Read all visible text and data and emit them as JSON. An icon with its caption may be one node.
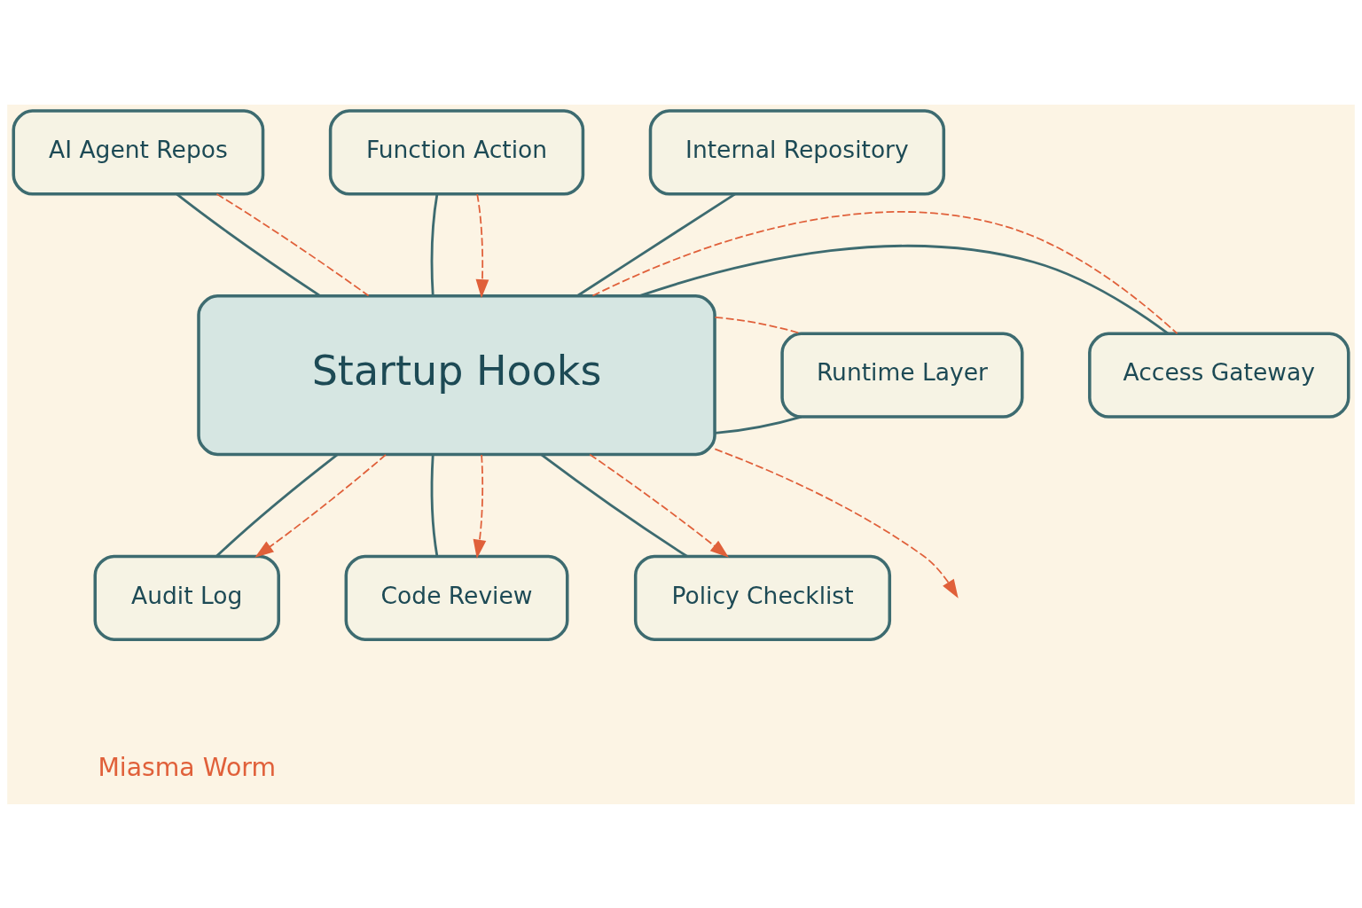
{
  "diagram": {
    "nodes": [
      {
        "text": [
          "Startup Hooks"
        ]
      },
      {
        "text": [
          "AI Agent Repos"
        ]
      },
      {
        "text": [
          "Function Action"
        ]
      },
      {
        "text": [
          "Internal Repository"
        ]
      },
      {
        "text": [
          "Access Gateway"
        ]
      },
      {
        "text": [
          "Runtime Layer"
        ]
      },
      {
        "text": [
          "Audit Log"
        ]
      },
      {
        "text": [
          "Code Review"
        ]
      },
      {
        "text": [
          "Policy Checklist"
        ]
      }
    ],
    "edges": [
      {
        "from": 1,
        "to": 0,
        "arrow": "none"
      },
      {
        "from": 2,
        "to": 0,
        "arrow": "none"
      },
      {
        "from": 3,
        "to": 0,
        "arrow": "none"
      },
      {
        "from": 4,
        "to": 0,
        "arrow": "none"
      },
      {
        "from": 0,
        "to": 5,
        "arrow": "none"
      },
      {
        "from": 0,
        "to": 6,
        "arrow": "none"
      },
      {
        "from": 0,
        "to": 7,
        "arrow": "none"
      },
      {
        "from": 0,
        "to": 8,
        "arrow": "none"
      },
      {
        "from": 1,
        "to": 0,
        "arrow": "none",
        "style": "dashed",
        "color": "#e0603a"
      },
      {
        "from": 2,
        "to": 0,
        "arrow": "to",
        "style": "dashed",
        "color": "#e0603a"
      },
      {
        "from": 0,
        "to": 4,
        "arrow": "none",
        "style": "dashed",
        "color": "#e0603a"
      },
      {
        "from": 0,
        "to": null,
        "arrow": "to",
        "style": "dashed",
        "color": "#e0603a"
      },
      {
        "from": 0,
        "to": 5,
        "arrow": "none",
        "style": "dashed",
        "color": "#e0603a"
      },
      {
        "from": 0,
        "to": 6,
        "arrow": "to",
        "style": "dashed",
        "color": "#e0603a"
      },
      {
        "from": 0,
        "to": 7,
        "arrow": "to",
        "style": "dashed",
        "color": "#e0603a"
      },
      {
        "from": 0,
        "to": 8,
        "arrow": "to",
        "style": "dashed",
        "color": "#e0603a"
      }
    ],
    "legend": [
      {
        "text": "Miasma Worm"
      }
    ]
  }
}
